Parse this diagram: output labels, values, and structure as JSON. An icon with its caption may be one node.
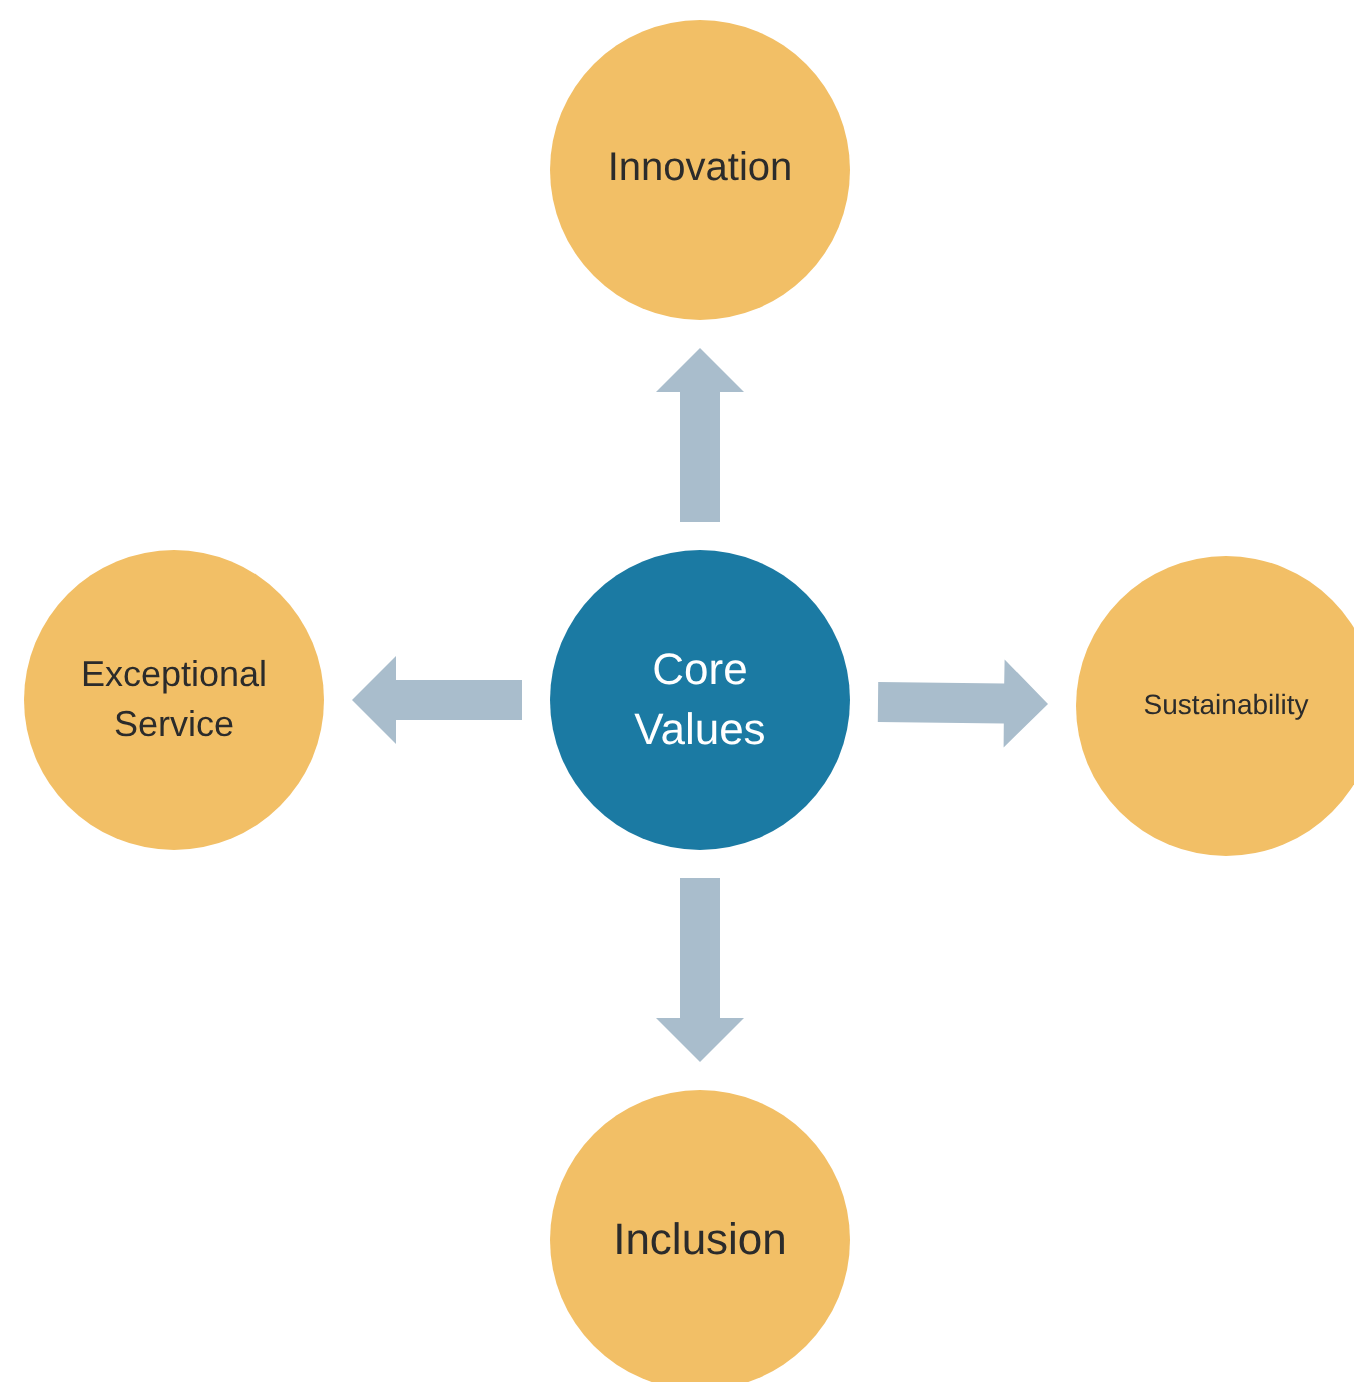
{
  "diagram": {
    "nodes": [
      {
        "text": [
          "Innovation"
        ]
      },
      {
        "text": [
          "Exceptional Service"
        ]
      },
      {
        "text": [
          "Core Values"
        ]
      },
      {
        "text": [
          "Sustainability"
        ]
      },
      {
        "text": [
          "Inclusion"
        ]
      }
    ],
    "edges": [
      {
        "from": 2,
        "to": 0,
        "arrow": "to"
      },
      {
        "from": 2,
        "to": 1,
        "arrow": "to"
      },
      {
        "from": 2,
        "to": 3,
        "arrow": "to"
      },
      {
        "from": 2,
        "to": 4,
        "arrow": "to"
      }
    ]
  }
}
